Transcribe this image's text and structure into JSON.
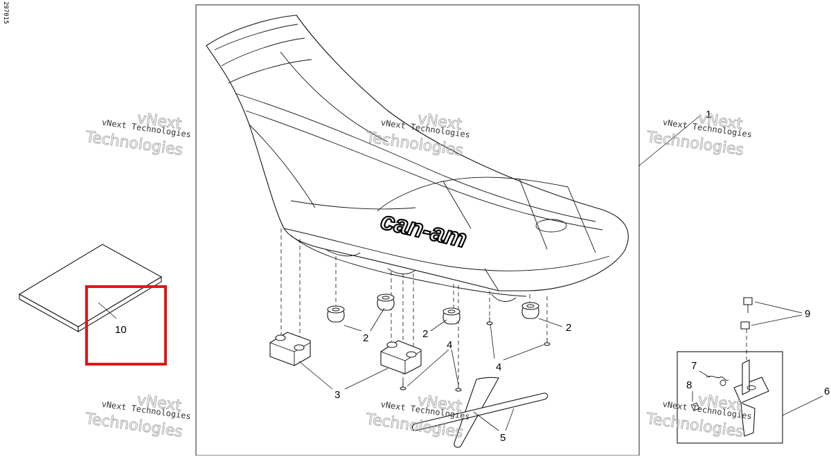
{
  "reference_code": "297015",
  "watermark": {
    "line1": "vNext Technologies",
    "line2": "vNext",
    "line3": "Technologies"
  },
  "seat_logo": "can-am",
  "callouts": {
    "c1": "1",
    "c2": "2",
    "c3": "3",
    "c4": "4",
    "c5": "5",
    "c6": "6",
    "c7": "7",
    "c8": "8",
    "c9": "9",
    "c10": "10"
  },
  "highlight_color": "#e01616"
}
